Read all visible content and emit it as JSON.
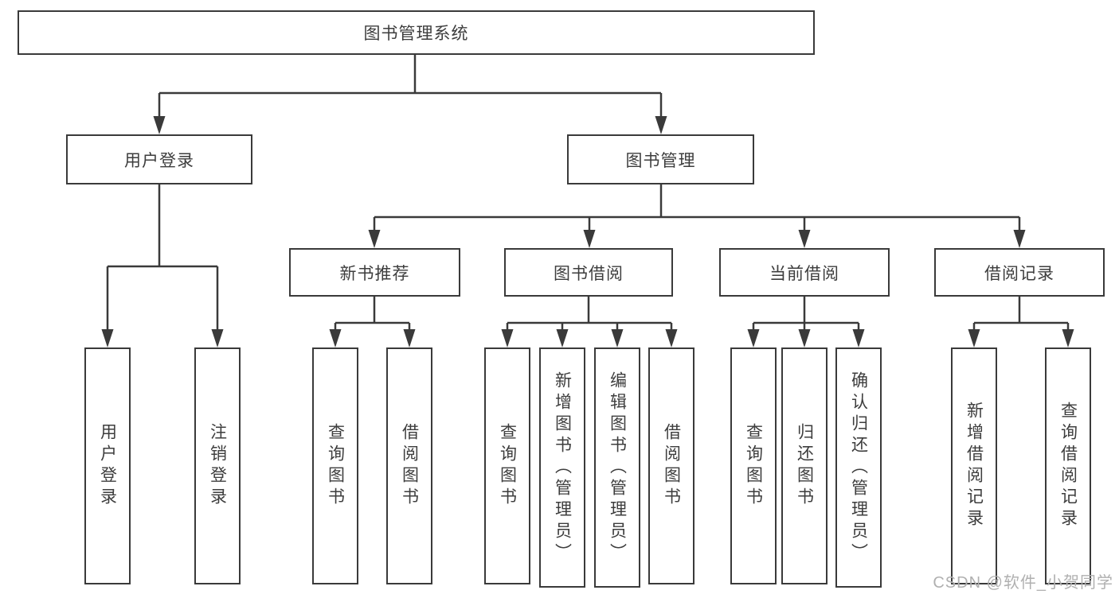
{
  "tree": {
    "root": "图书管理系统",
    "level2": {
      "user_login": "用户登录",
      "book_mgmt": "图书管理"
    },
    "level3": {
      "new_books": "新书推荐",
      "borrow": "图书借阅",
      "current": "当前借阅",
      "records": "借阅记录"
    },
    "leaves": {
      "user_login_1": "用户登录",
      "user_login_2": "注销登录",
      "new_books_1": "查询图书",
      "new_books_2": "借阅图书",
      "borrow_1": "查询图书",
      "borrow_2": "新增图书（管理员）",
      "borrow_3": "编辑图书（管理员）",
      "borrow_4": "借阅图书",
      "current_1": "查询图书",
      "current_2": "归还图书",
      "current_3": "确认归还（管理员）",
      "records_1": "新增借阅记录",
      "records_2": "查询借阅记录"
    }
  },
  "watermark": "CSDN @软件_小贺同学",
  "colors": {
    "line": "#3a3a3a",
    "text": "#3d3d3d",
    "watermark": "#b0b0b0"
  }
}
